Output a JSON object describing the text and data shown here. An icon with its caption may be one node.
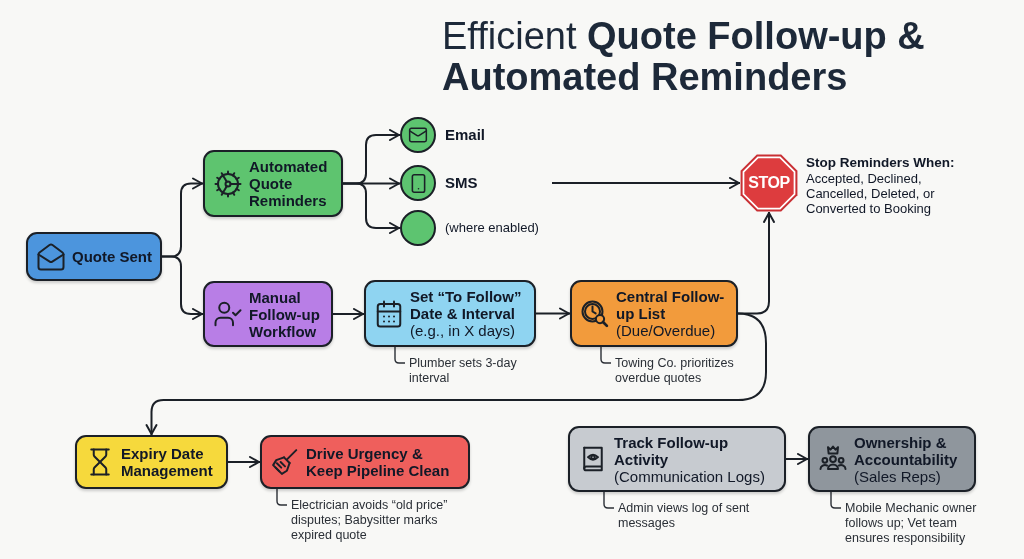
{
  "diagram": {
    "title": "Efficient **Quote Follow-up & Automated Reminders**",
    "nodes": [
      {
        "text": [
          "Quote Sent"
        ]
      },
      {
        "text": [
          "Automated Quote Reminders"
        ]
      },
      {
        "text": [
          "Email"
        ]
      },
      {
        "text": [
          "SMS"
        ]
      },
      {
        "text": [
          "(where enabled)"
        ]
      },
      {
        "text": [
          "STOP"
        ],
        "beside": [
          "Stop Reminders When:",
          "Accepted, Declined, Cancelled, Deleted, or Converted to Booking"
        ]
      },
      {
        "text": [
          "Manual Follow-up Workflow"
        ]
      },
      {
        "text": [
          "Set “To Follow” Date & Interval",
          "(e.g., in X days)"
        ],
        "beside": [
          "Plumber sets 3-day interval"
        ]
      },
      {
        "text": [
          "Central Follow-up List",
          "(Due/Overdue)"
        ],
        "beside": [
          "Towing Co. prioritizes overdue quotes"
        ]
      },
      {
        "text": [
          "Expiry Date Management"
        ]
      },
      {
        "text": [
          "Drive Urgency & Keep Pipeline Clean"
        ],
        "beside": [
          "Electrician avoids “old price” disputes; Babysitter marks expired quote"
        ]
      },
      {
        "text": [
          "Track Follow-up Activity",
          "(Communication Logs)"
        ],
        "beside": [
          "Admin views log of sent messages"
        ]
      },
      {
        "text": [
          "Ownership & Accountability",
          "(Sales Reps)"
        ],
        "beside": [
          "Mobile Mechanic owner follows up; Vet team ensures responsibility"
        ]
      }
    ],
    "edges": [
      {
        "from": 0,
        "to": 1,
        "arrow": "to"
      },
      {
        "from": 0,
        "to": 6,
        "arrow": "to"
      },
      {
        "from": 1,
        "to": 2,
        "arrow": "to"
      },
      {
        "from": 1,
        "to": 3,
        "arrow": "to"
      },
      {
        "from": 1,
        "to": 4,
        "arrow": "to"
      },
      {
        "from": null,
        "to": 5,
        "arrow": "to"
      },
      {
        "from": 6,
        "to": 7,
        "arrow": "to"
      },
      {
        "from": 7,
        "to": 8,
        "arrow": "to"
      },
      {
        "from": 8,
        "to": 5,
        "arrow": "to"
      },
      {
        "from": 8,
        "to": 9,
        "arrow": "to"
      },
      {
        "from": 9,
        "to": 10,
        "arrow": "to"
      },
      {
        "from": 11,
        "to": 12,
        "arrow": "to"
      }
    ]
  }
}
